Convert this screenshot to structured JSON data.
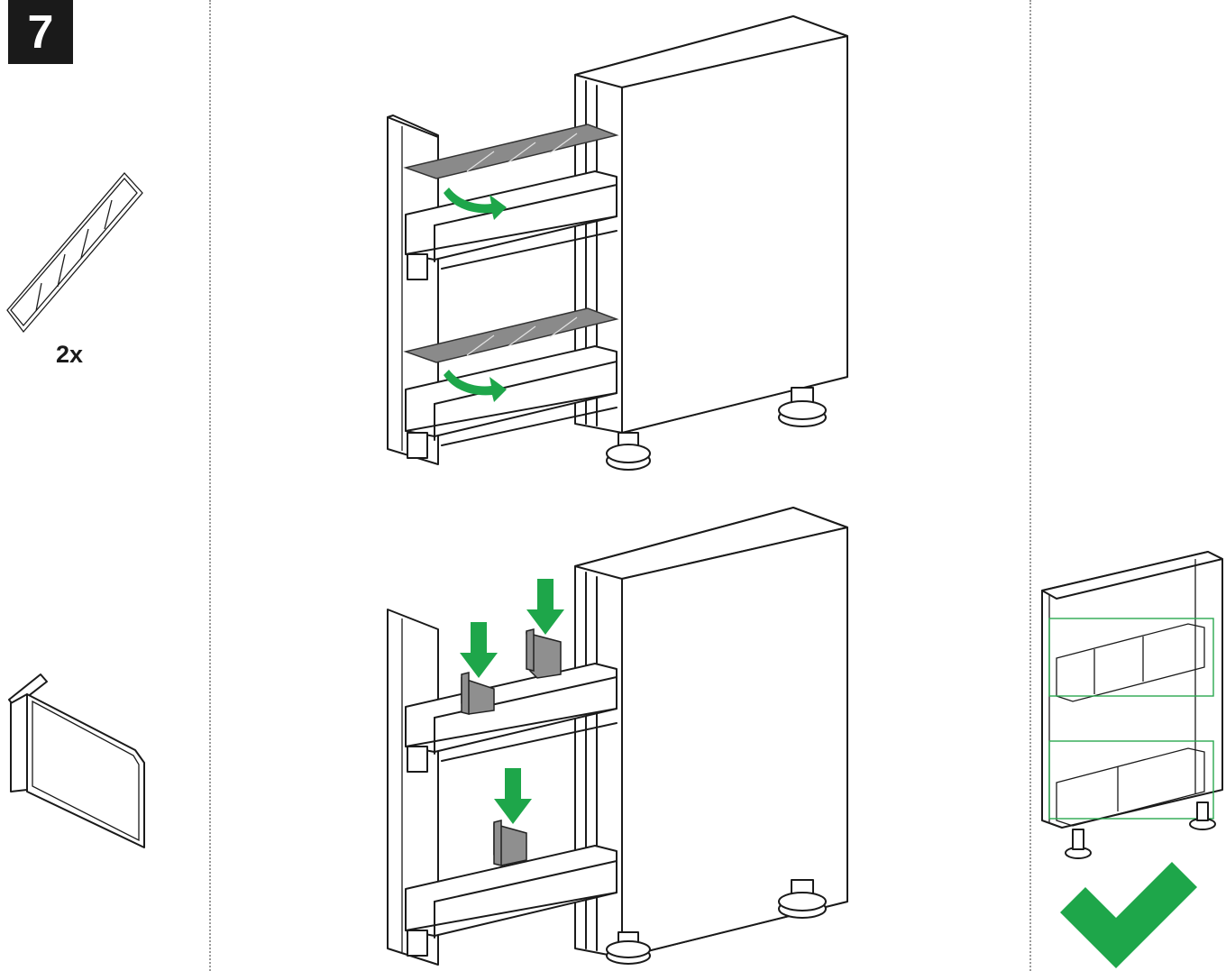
{
  "step": {
    "number": "7"
  },
  "parts": {
    "glass_quantity": "2x"
  },
  "icons": {
    "step_badge": "step-number-badge",
    "glass_part": "glass-shelf-icon",
    "divider_part": "divider-panel-icon",
    "arrow_color": "#1ea64a",
    "check_color": "#1ea64a",
    "glass_color": "#8a8a8a"
  }
}
